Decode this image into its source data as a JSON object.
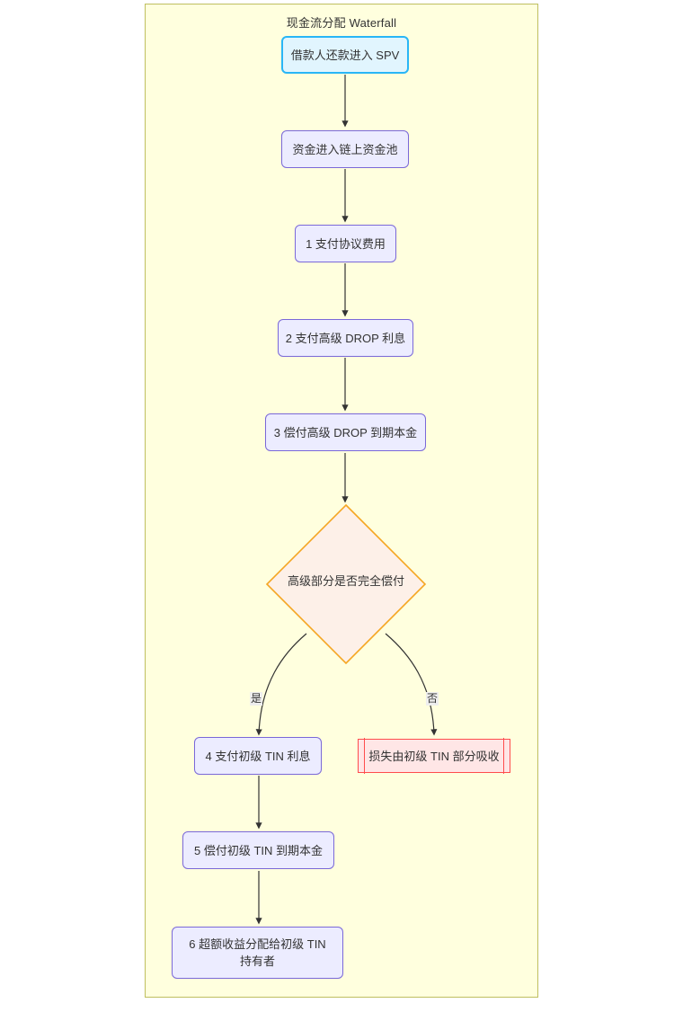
{
  "diagram": {
    "title": "现金流分配 Waterfall",
    "type": "flowchart",
    "direction": "top-to-bottom",
    "frame": {
      "background": "#ffffde",
      "border": "#bfbf5f"
    },
    "nodes": [
      {
        "id": "n1",
        "label": "借款人还款进入 SPV",
        "shape": "rounded-rect",
        "style": "start",
        "fill": "#e1f5fe",
        "stroke": "#29b6f6"
      },
      {
        "id": "n2",
        "label": "资金进入链上资金池",
        "shape": "rounded-rect",
        "style": "process",
        "fill": "#ececff",
        "stroke": "#7a68d8"
      },
      {
        "id": "n3",
        "label": "1 支付协议费用",
        "shape": "rounded-rect",
        "style": "process",
        "fill": "#ececff",
        "stroke": "#7a68d8"
      },
      {
        "id": "n4",
        "label": "2 支付高级 DROP 利息",
        "shape": "rounded-rect",
        "style": "process",
        "fill": "#ececff",
        "stroke": "#7a68d8"
      },
      {
        "id": "n5",
        "label": "3 偿付高级 DROP 到期本金",
        "shape": "rounded-rect",
        "style": "process",
        "fill": "#ececff",
        "stroke": "#7a68d8"
      },
      {
        "id": "d1",
        "label": "高级部分是否完全偿付",
        "shape": "diamond",
        "style": "decision",
        "fill": "#fdf0e8",
        "stroke": "#f5a623"
      },
      {
        "id": "n6",
        "label": "4 支付初级 TIN 利息",
        "shape": "rounded-rect",
        "style": "process",
        "fill": "#ececff",
        "stroke": "#7a68d8"
      },
      {
        "id": "n7",
        "label": "损失由初级 TIN 部分吸收",
        "shape": "subroutine",
        "style": "loss",
        "fill": "#ffe6e6",
        "stroke": "#ff4d4d"
      },
      {
        "id": "n8",
        "label": "5 偿付初级 TIN 到期本金",
        "shape": "rounded-rect",
        "style": "process",
        "fill": "#ececff",
        "stroke": "#7a68d8"
      },
      {
        "id": "n9",
        "label_line1": "6 超额收益分配给初级 TIN",
        "label_line2": "持有者",
        "shape": "rounded-rect",
        "style": "process",
        "fill": "#ececff",
        "stroke": "#7a68d8"
      }
    ],
    "edges": [
      {
        "from": "n1",
        "to": "n2",
        "label": ""
      },
      {
        "from": "n2",
        "to": "n3",
        "label": ""
      },
      {
        "from": "n3",
        "to": "n4",
        "label": ""
      },
      {
        "from": "n4",
        "to": "n5",
        "label": ""
      },
      {
        "from": "n5",
        "to": "d1",
        "label": ""
      },
      {
        "from": "d1",
        "to": "n6",
        "label": "是"
      },
      {
        "from": "d1",
        "to": "n7",
        "label": "否"
      },
      {
        "from": "n6",
        "to": "n8",
        "label": ""
      },
      {
        "from": "n8",
        "to": "n9",
        "label": ""
      }
    ]
  }
}
